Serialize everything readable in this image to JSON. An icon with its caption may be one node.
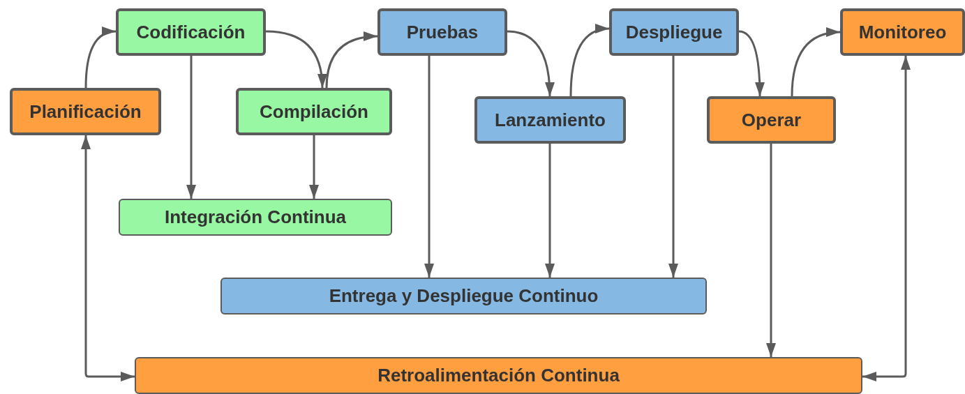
{
  "diagram": {
    "nodes": [
      {
        "text": [
          "Planificación"
        ]
      },
      {
        "text": [
          "Codificación"
        ]
      },
      {
        "text": [
          "Compilación"
        ]
      },
      {
        "text": [
          "Pruebas"
        ]
      },
      {
        "text": [
          "Lanzamiento"
        ]
      },
      {
        "text": [
          "Despliegue"
        ]
      },
      {
        "text": [
          "Operar"
        ]
      },
      {
        "text": [
          "Monitoreo"
        ]
      },
      {
        "text": [
          "Integración Continua"
        ]
      },
      {
        "text": [
          "Entrega y Despliegue Continuo"
        ]
      },
      {
        "text": [
          "Retroalimentación Continua"
        ]
      }
    ],
    "edges": [
      {
        "from": 0,
        "to": 1,
        "arrow": "to"
      },
      {
        "from": 1,
        "to": 2,
        "arrow": "to"
      },
      {
        "from": 2,
        "to": 3,
        "arrow": "to"
      },
      {
        "from": 3,
        "to": 4,
        "arrow": "to"
      },
      {
        "from": 4,
        "to": 5,
        "arrow": "to"
      },
      {
        "from": 5,
        "to": 6,
        "arrow": "to"
      },
      {
        "from": 6,
        "to": 7,
        "arrow": "to"
      },
      {
        "from": 1,
        "to": 8,
        "arrow": "to"
      },
      {
        "from": 2,
        "to": 8,
        "arrow": "to"
      },
      {
        "from": 3,
        "to": 9,
        "arrow": "to"
      },
      {
        "from": 4,
        "to": 9,
        "arrow": "to"
      },
      {
        "from": 5,
        "to": 9,
        "arrow": "to"
      },
      {
        "from": 6,
        "to": 10,
        "arrow": "to"
      },
      {
        "from": 10,
        "to": 0,
        "arrow": "both"
      },
      {
        "from": 10,
        "to": 7,
        "arrow": "both"
      }
    ]
  }
}
